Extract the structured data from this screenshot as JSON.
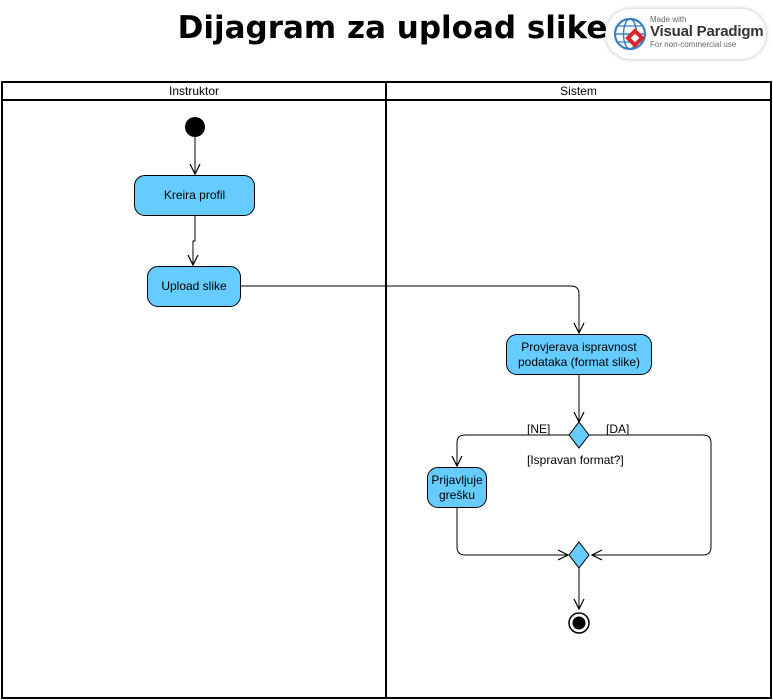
{
  "title": "Dijagram za upload slike",
  "watermark": {
    "line1": "Made with",
    "line2": "Visual Paradigm",
    "line3": "For non-commercial use"
  },
  "swimlanes": [
    {
      "label": "Instruktor"
    },
    {
      "label": "Sistem"
    }
  ],
  "actions": {
    "create_profile": "Kreira profil",
    "upload_image": "Upload slike",
    "validate_data": "Provjerava ispravnost podataka (format slike)",
    "report_error": "Prijavljuje grešku"
  },
  "decision": {
    "condition": "[Ispravan format?]",
    "guard_no": "[NE]",
    "guard_yes": "[DA]"
  },
  "colors": {
    "node_fill": "#66ccff",
    "stroke": "#000000",
    "background": "#ffffff"
  }
}
